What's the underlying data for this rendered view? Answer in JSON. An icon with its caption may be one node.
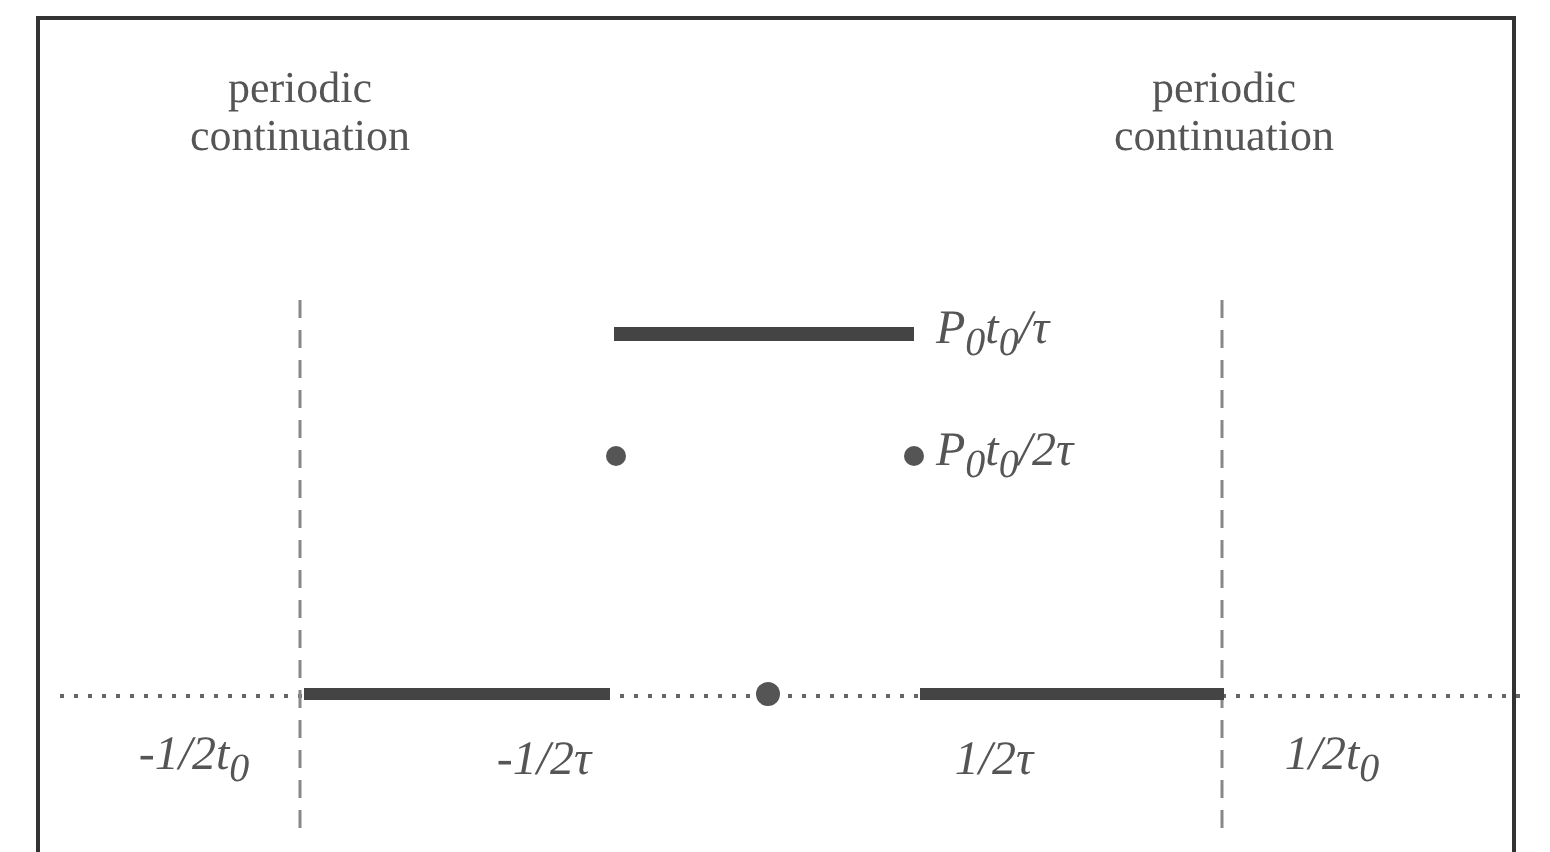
{
  "diagram": {
    "labels": [
      "periodic continuation",
      "periodic continuation",
      "P$_{0}$t$_{0}$/τ",
      "P$_{0}$t$_{0}$/2τ",
      "-1/2t$_{0}$",
      "-1/2τ",
      "1/2τ",
      "1/2t$_{0}$"
    ]
  }
}
